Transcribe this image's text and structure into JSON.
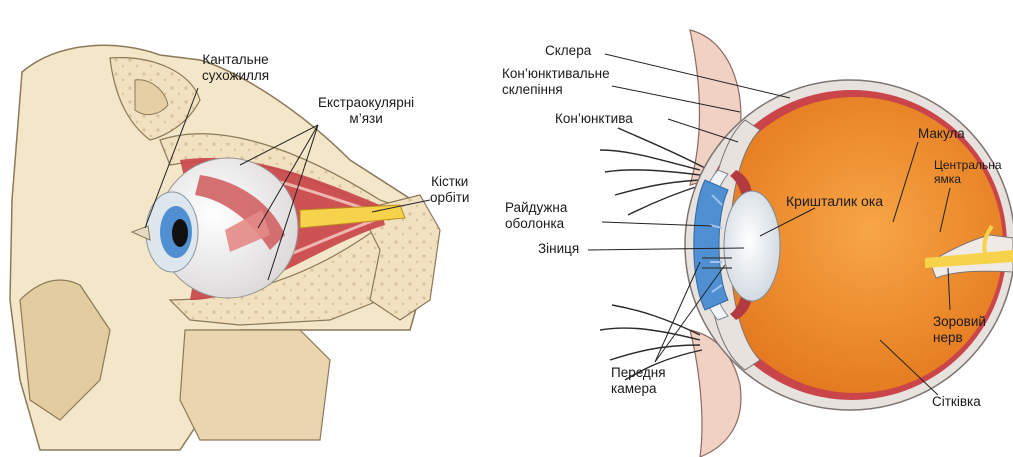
{
  "left_figure": {
    "labels": {
      "canthal_tendon": [
        "Кантальне",
        "сухожилля"
      ],
      "extraocular_muscles": [
        "Екстраокулярні",
        "м’язи"
      ],
      "orbit_bones": [
        "Кістки",
        "орбіти"
      ]
    }
  },
  "right_figure": {
    "labels": {
      "sclera": "Склера",
      "conjunctival_fornix": [
        "Кон’юнктивальне",
        "склепіння"
      ],
      "conjunctiva": "Кон’юнктива",
      "iris": [
        "Райдужна",
        "оболонка"
      ],
      "pupil": "Зіниця",
      "lens": "Кришталик ока",
      "anterior_chamber": [
        "Передня",
        "камера"
      ],
      "macula": "Макула",
      "fovea": [
        "Центральна",
        "ямка"
      ],
      "optic_nerve": [
        "Зоровий",
        "нерв"
      ],
      "retina": "Сітківка"
    }
  },
  "colors": {
    "bone": "#f4e6c8",
    "bone_outline": "#8a7a5a",
    "muscle": "#c9454a",
    "eyeball": "#f6f4f2",
    "iris_blue": "#4f8fd2",
    "vitreous_orange": "#ef8b1e",
    "sclera_grey": "#e8e2df",
    "nerve_yellow": "#f7d24b"
  }
}
